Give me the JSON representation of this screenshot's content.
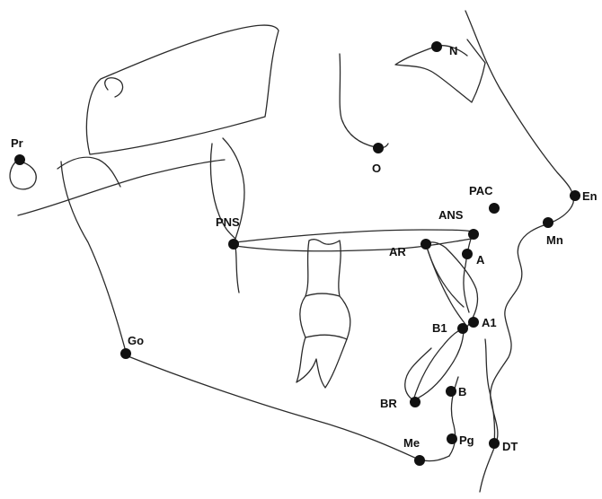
{
  "landmarks": [
    {
      "id": "N",
      "label": "N"
    },
    {
      "id": "Pr",
      "label": "Pr"
    },
    {
      "id": "O",
      "label": "O"
    },
    {
      "id": "PAC",
      "label": "PAC"
    },
    {
      "id": "En",
      "label": "En"
    },
    {
      "id": "ANS",
      "label": "ANS"
    },
    {
      "id": "PNS",
      "label": "PNS"
    },
    {
      "id": "Mn",
      "label": "Mn"
    },
    {
      "id": "AR",
      "label": "AR"
    },
    {
      "id": "A",
      "label": "A"
    },
    {
      "id": "B1",
      "label": "B1"
    },
    {
      "id": "A1",
      "label": "A1"
    },
    {
      "id": "Go",
      "label": "Go"
    },
    {
      "id": "B",
      "label": "B"
    },
    {
      "id": "BR",
      "label": "BR"
    },
    {
      "id": "Me",
      "label": "Me"
    },
    {
      "id": "Pg",
      "label": "Pg"
    },
    {
      "id": "DT",
      "label": "DT"
    }
  ]
}
